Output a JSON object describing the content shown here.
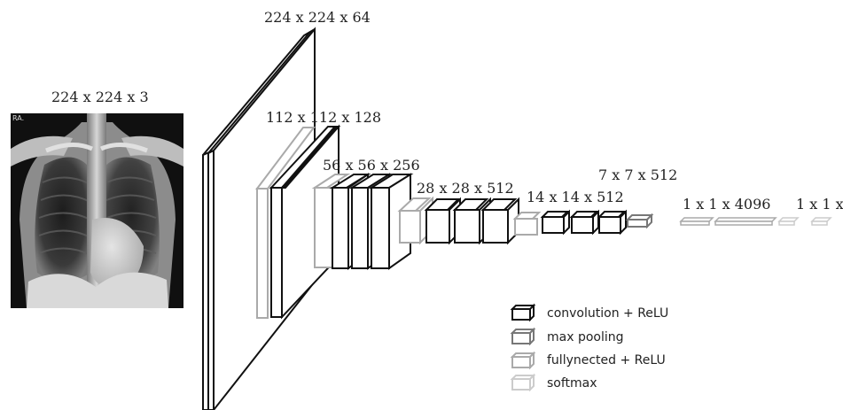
{
  "input_image": {
    "label": "224 x 224 x 3",
    "corner_mark": "RA.",
    "description_icon": "chest-xray-image"
  },
  "layers": [
    {
      "label": "224 x 224 x 64",
      "kind": "convolution"
    },
    {
      "label": "112 x 112 x 128",
      "kind": "convolution"
    },
    {
      "label": "56 x 56 x 256",
      "kind": "convolution"
    },
    {
      "label": "28 x 28 x 512",
      "kind": "convolution"
    },
    {
      "label": "14 x 14 x 512",
      "kind": "convolution"
    },
    {
      "label": "7 x 7 x 512",
      "kind": "max_pooling"
    },
    {
      "label": "1 x 1 x 4096",
      "kind": "fully_connected"
    },
    {
      "label": "1 x 1 x",
      "kind": "softmax"
    }
  ],
  "legend": {
    "items": [
      {
        "label": "convolution + ReLU",
        "color": "#111111"
      },
      {
        "label": "max pooling",
        "color": "#777777"
      },
      {
        "label": "fullynected + ReLU",
        "color": "#aaaaaa"
      },
      {
        "label": "softmax",
        "color": "#cccccc"
      }
    ]
  }
}
